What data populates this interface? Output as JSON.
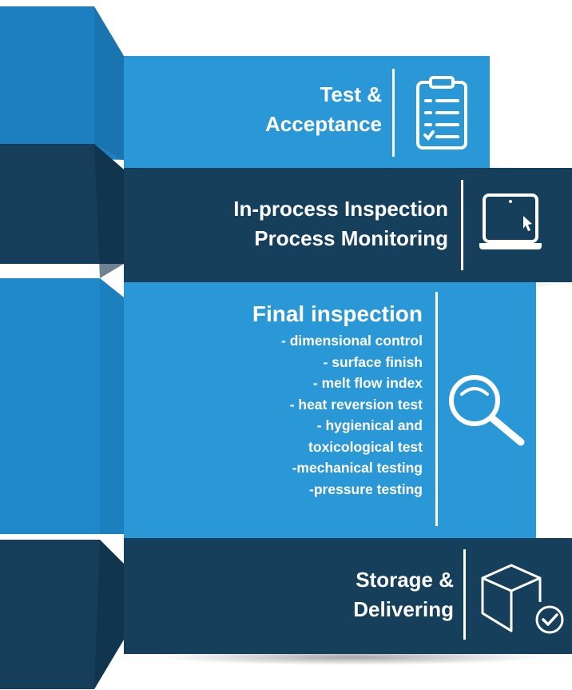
{
  "steps": [
    {
      "id": "test-acceptance",
      "lines": [
        "Test &",
        "Acceptance"
      ],
      "icon": "clipboard-checklist-icon"
    },
    {
      "id": "in-process",
      "lines": [
        "In-process Inspection",
        "Process Monitoring"
      ],
      "icon": "laptop-cursor-icon"
    },
    {
      "id": "final-inspection",
      "title": "Final inspection",
      "details": [
        "- dimensional control",
        "- surface finish",
        "- melt flow index",
        "- heat reversion test",
        "- hygienical and",
        "toxicological test",
        "-mechanical testing",
        "-pressure testing"
      ],
      "icon": "magnifying-glass-icon"
    },
    {
      "id": "storage",
      "lines": [
        "Storage &",
        "Delivering"
      ],
      "icon": "box-check-icon"
    }
  ],
  "colors": {
    "light_blue": "#2a97d6",
    "light_blue_dark": "#1c78b5",
    "navy": "#163f5c",
    "navy_dark": "#0e2e45",
    "text": "#ffffff"
  }
}
